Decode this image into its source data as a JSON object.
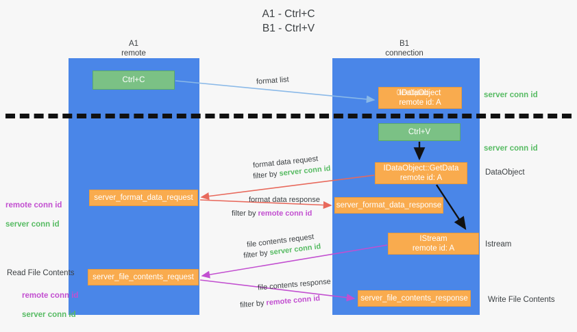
{
  "title": "A1 - Ctrl+C\nB1 - Ctrl+V",
  "columns": {
    "left": "A1\nremote",
    "right": "B1\nconnection"
  },
  "boxes": {
    "ctrl_c": {
      "label": "Ctrl+C",
      "color": "#7bc185"
    },
    "ole_dataobject": {
      "label": "IDataObject",
      "overlap_label": "OleSetClipboard",
      "sub": "remote id: A",
      "color": "#f9ab4e"
    },
    "ctrl_v": {
      "label": "Ctrl+V",
      "color": "#7bc185"
    },
    "getdata": {
      "label": "IDataObject::GetData",
      "sub": "remote id: A",
      "color": "#f9ab4e"
    },
    "istream": {
      "label": "IStream",
      "sub": "remote id: A",
      "color": "#f9ab4e"
    },
    "format_data_request": {
      "label": "server_format_data_request",
      "color": "#f9ab4e"
    },
    "format_data_response": {
      "label": "server_format_data_response",
      "color": "#f9ab4e"
    },
    "file_contents_request": {
      "label": "server_file_contents_request",
      "color": "#f9ab4e"
    },
    "file_contents_response": {
      "label": "server_file_contents_response",
      "color": "#f9ab4e"
    }
  },
  "edge_labels": {
    "format_list": "format list",
    "format_data_request": "format data request",
    "format_data_request_filter_pre": "filter by ",
    "format_data_request_filter_key": "server conn id",
    "format_data_response": "format data response",
    "format_data_response_filter_pre": "filter by ",
    "format_data_response_filter_key": "remote conn id",
    "file_contents_request": "file contents request",
    "file_contents_request_filter_pre": "filter by ",
    "file_contents_request_filter_key": "server conn id",
    "file_contents_response": "file contents response",
    "file_contents_response_filter_pre": "filter by ",
    "file_contents_response_filter_key": "remote conn id"
  },
  "annotations": {
    "server_conn_id_top": "server conn id",
    "server_conn_id_mid": "server conn id",
    "dataobject": "DataObject",
    "istream": "Istream",
    "write_file_contents": "Write File Contents",
    "read_file_contents": "Read File Contents",
    "remote_conn_id": "remote conn id",
    "server_conn_id": "server conn id"
  },
  "colors": {
    "lane": "#4a86e8",
    "green": "#7bc185",
    "orange": "#f9ab4e",
    "green_text": "#57bb63",
    "purple_text": "#c24fd0",
    "red_arrow": "#e8695c",
    "magenta_arrow": "#c24fd0",
    "blue_arrow": "#8ab9e8",
    "black_arrow": "#111111",
    "background": "#f7f7f7"
  }
}
